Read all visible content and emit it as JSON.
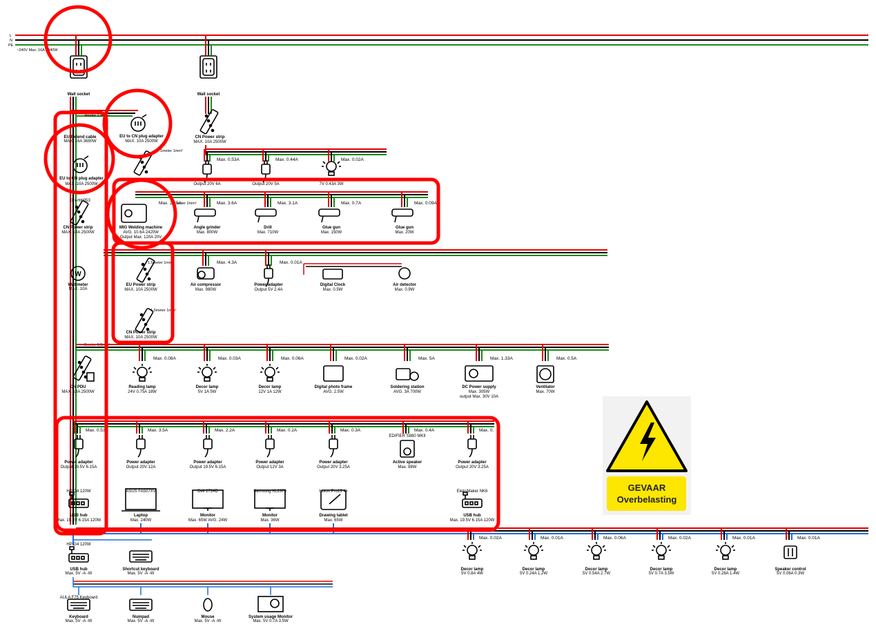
{
  "mains": {
    "l": "L",
    "n": "N",
    "pe": "PE",
    "rating": "~240V Max. 16A 3840W"
  },
  "sockets": [
    {
      "name": "Wall socket"
    },
    {
      "name": "Wall socket"
    }
  ],
  "left_chain": {
    "extend_cable": {
      "name": "EU Extend cable",
      "spec": "MAX. 16A 3680W",
      "cable": "4meter 1.5mm²"
    },
    "plug_adapter_top": {
      "name": "EU to CN plug adapter",
      "spec": "MAX. 10A 2500W"
    },
    "plug_adapter_left": {
      "name": "EU to CN plug adapter",
      "spec": "MAX. 10A 2500W"
    },
    "strip_cable": "1meter 1mm²",
    "gn": "GN-HH053",
    "cn_strip": {
      "name": "CN Power strip",
      "spec": "MAX. 10A 2500W"
    },
    "wattmeter": {
      "name": "Wattmeter",
      "spec": "MAX. 10A"
    },
    "pdu_cable": "2meter 1.5mm²",
    "pdu": {
      "name": "CN PDU",
      "spec": "MAX. 10A 2500W"
    }
  },
  "right_strip": {
    "name": "CN Power strip",
    "spec": "MAX. 10A 2500W"
  },
  "row_adapters": [
    {
      "name": "",
      "spec": "Output 20V 6A",
      "max": "Max. 0.53A"
    },
    {
      "name": "",
      "spec": "Output 20V 5A",
      "max": "Max. 0.44A"
    },
    {
      "name": "",
      "spec": "7V 0.43A 3W",
      "max": "Max. 0.02A"
    }
  ],
  "welding": {
    "name": "MIG Welding machine",
    "spec1": "AVG. 10.6A 2420W",
    "spec2": "Output Max. 120A 20V",
    "max": "Max. 24.5A",
    "cable": "1meter 2mm²"
  },
  "tools": [
    {
      "name": "Angle grinder",
      "spec": "Max. 800W",
      "max": "Max. 3.6A"
    },
    {
      "name": "Drill",
      "spec": "Max. 710W",
      "max": "Max. 3.1A"
    },
    {
      "name": "Glue gun",
      "spec": "Max. 150W",
      "max": "Max. 0.7A"
    },
    {
      "name": "Glue gun",
      "spec": "Max. 20W",
      "max": "Max. 0.09A"
    }
  ],
  "eu_strip": {
    "name": "EU Power strip",
    "spec": "MAX. 10A 2500W",
    "cable": "1.5meter 1mm²"
  },
  "cn_strip2": {
    "name": "CN Power strip",
    "spec": "MAX. 10A 2500W",
    "cable": "1.5meter 1mm²"
  },
  "row4": [
    {
      "name": "Air compressor",
      "spec": "Max. 980W",
      "max": "Max. 4.3A"
    },
    {
      "name": "Power adapter",
      "spec": "Output 5V 2.4A",
      "max": "Max. 0.01A"
    },
    {
      "name": "Digital Clock",
      "spec": "Max. 0.5W",
      "max": ""
    },
    {
      "name": "Air detector",
      "spec": "Max. 0.9W",
      "max": ""
    }
  ],
  "row5": [
    {
      "name": "Reading lamp",
      "spec": "24V 0.75A 18W",
      "max": "Max. 0.08A"
    },
    {
      "name": "Decor lamp",
      "spec": "5V 1A 5W",
      "max": "Max. 0.03A"
    },
    {
      "name": "Decor lamp",
      "spec": "12V 1A 12W",
      "max": "Max. 0.06A"
    },
    {
      "name": "Digital photo frame",
      "spec": "AVG. 2.5W",
      "max": "Max. 0.02A"
    },
    {
      "name": "Soldering station",
      "spec": "AVG. 3A 700W",
      "max": "Max. 5A"
    },
    {
      "name": "DC Power supply",
      "spec": "Max. 305W",
      "spec2": "output Max. 30V 10A",
      "max": "Max. 1.33A"
    },
    {
      "name": "Ventilator",
      "spec": "Max. 70W",
      "max": "Max. 0.5A"
    }
  ],
  "row6": [
    {
      "name": "Power adapter",
      "spec": "Output 19.5V 6.15A",
      "max": "Max. 0.53A"
    },
    {
      "name": "Power adapter",
      "spec": "Output 20V 12A",
      "max": "Max. 3.5A"
    },
    {
      "name": "Power adapter",
      "spec": "Output 19.5V 6.15A",
      "max": "Max. 2.2A"
    },
    {
      "name": "Power adapter",
      "spec": "Output 12V 3A",
      "max": "Max. 0.2A"
    },
    {
      "name": "Power adapter",
      "spec": "Output 20V 3.25A",
      "max": "Max. 0.3A"
    },
    {
      "name": "Active speaker",
      "spec": "Max. 88W",
      "max": "Max. 0.4A",
      "model": "EDIFIER S880 MKII"
    },
    {
      "name": "Power adapter",
      "spec": "Output 20V 3.25A",
      "max": "Max. 0."
    }
  ],
  "row7": [
    {
      "name": "USB hub",
      "spec": "Max. 19.5V 6.15A 120W",
      "model": "HP G4 120W"
    },
    {
      "name": "Laptop",
      "spec": "Max. 240W",
      "model": "ASUS FA507XV"
    },
    {
      "name": "Monitor",
      "spec": "Max. 65W AVG. 24W",
      "model": "Dell 2724D"
    },
    {
      "name": "Monitor",
      "spec": "Max. 36W",
      "model": "Samsung XL2370"
    },
    {
      "name": "Drawing tablet",
      "spec": "Max. 65W",
      "model": "Huion Pro19 4k"
    },
    {
      "name": "USB hub",
      "spec": "Max. 19.5V 6.15A 120W",
      "model": "EleksMaker NK6"
    }
  ],
  "row8": [
    {
      "name": "USB hub",
      "spec": "Max. 5V -A -W",
      "model": "HP G4 120W"
    },
    {
      "name": "Shortcut keyboard",
      "spec": "Max. 5V -A -W"
    }
  ],
  "row9": [
    {
      "name": "Keyboard",
      "spec": "Max. 5V -A -W",
      "model": "AULA F75 Keyboard"
    },
    {
      "name": "Numpad",
      "spec": "Max. 5V -A -W"
    },
    {
      "name": "Mouse",
      "spec": "Max. 5V -A -W"
    },
    {
      "name": "System usage Monitor",
      "spec": "Max. 5V 0.7A 3.5W"
    }
  ],
  "row10": [
    {
      "name": "Decor lamp",
      "spec": "5V 0.8A 4W",
      "max": "Max. 0.02A"
    },
    {
      "name": "Decor lamp",
      "spec": "5V 0.24A 1.2W",
      "max": "Max. 0.01A"
    },
    {
      "name": "Decor lamp",
      "spec": "5V 0.54A 2.7W",
      "max": "Max. 0.06A"
    },
    {
      "name": "Decor lamp",
      "spec": "5V 0.7A 3.5W",
      "max": "Max. 0.02A"
    },
    {
      "name": "Decor lamp",
      "spec": "5V 0.28A 1.4W",
      "max": "Max. 0.01A"
    },
    {
      "name": "Speaker control",
      "spec": "5V 0.06A 0.3W",
      "max": "Max. 0.01A"
    }
  ],
  "warning": {
    "line1": "GEVAAR",
    "line2": "Overbelasting"
  },
  "colors": {
    "live": "#e00000",
    "neutral": "#000000",
    "earth": "#1a8a1a",
    "usb": "#1e6fd9",
    "highlight": "#ff0000",
    "warn_yellow": "#fde600"
  }
}
